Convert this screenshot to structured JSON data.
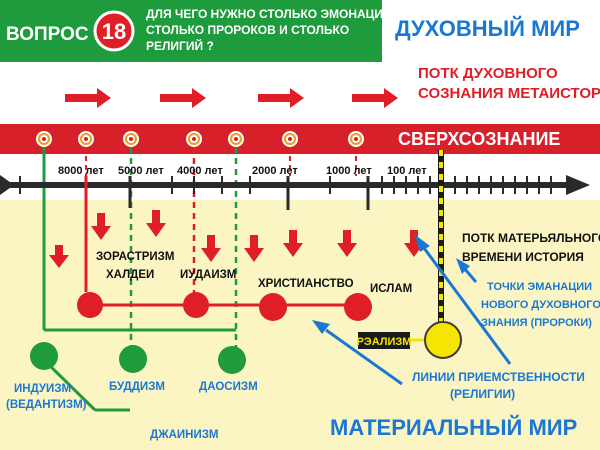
{
  "header": {
    "question_label": "ВОПРОС",
    "question_number": "18",
    "question_line1": "ДЛЯ ЧЕГО НУЖНО СТОЛЬКО ЭМОНАЦИЙ",
    "question_line2": "СТОЛЬКО ПРОРОКОВ И СТОЛЬКО",
    "question_line3": "РЕЛИГИЙ ?",
    "spiritual_world": "ДУХОВНЫЙ МИР"
  },
  "labels": {
    "spiritual_flow_line1": "ПОТК  ДУХОВНОГО",
    "spiritual_flow_line2": "СОЗНАНИЯ МЕТАИСТОРИЯ",
    "superconsciousness": "СВЕРХСОЗНАНИЕ",
    "material_flow_line1": "ПОТК МАТЕРЬЯЛЬНОГО",
    "material_flow_line2": "ВРЕМЕНИ ИСТОРИЯ",
    "emanation_line1": "ТОЧКИ ЭМАНАЦИИ",
    "emanation_line2": "НОВОГО ДУХОВНОГО",
    "emanation_line3": "ЗНАНИЯ  (ПРОРОКИ)",
    "continuity_line1": "ЛИНИИ ПРИЕМСТВЕННОСТИ",
    "continuity_line2": "(РЕЛИГИИ)",
    "realism": "РЭАЛИЗМ",
    "material_world": "МАТЕРИАЛЬНЫЙ МИР"
  },
  "timeline_ticks": [
    "8000 лет",
    "5000 лет",
    "4000 лет",
    "2000 лет",
    "1000 лет",
    "100 лет"
  ],
  "religions": {
    "zoroastrism": "ЗОРАСТРИЗМ",
    "chaldeans": "ХАЛДЕИ",
    "judaism": "ИУДАИЗМ",
    "christianity": "ХРИСТИАНСТВО",
    "islam": "ИСЛАМ",
    "hinduism_line1": "ИНДУИЗМ",
    "hinduism_line2": "(ВЕДАНТИЗМ)",
    "buddhism": "БУДДИЗМ",
    "taoism": "ДАОСИЗМ",
    "jainism": "ДЖАИНИЗМ"
  },
  "colors": {
    "header_green": "#1E9B3C",
    "spiritual_blue": "#1A78D2",
    "banner_red": "#D8202A",
    "line_green": "#1E9B3C",
    "line_red": "#E01E26",
    "bottom_bg": "#FBF5C4",
    "yellow_node": "#F5E500"
  }
}
